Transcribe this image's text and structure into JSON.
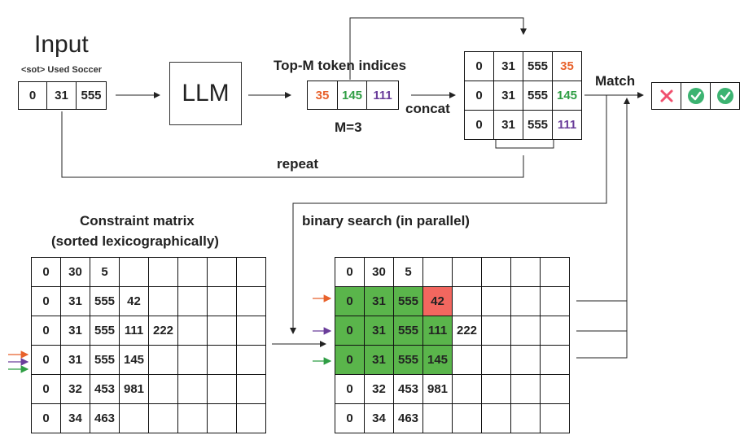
{
  "input": {
    "title": "Input",
    "tokens_caption": "<sot> Used Soccer",
    "tokens": [
      "0",
      "31",
      "555"
    ]
  },
  "llm": {
    "label": "LLM"
  },
  "topm": {
    "title": "Top-M token indices",
    "indices": [
      "35",
      "145",
      "111"
    ],
    "m_label": "M=3"
  },
  "concat": {
    "label": "concat",
    "rows": [
      [
        "0",
        "31",
        "555",
        "35"
      ],
      [
        "0",
        "31",
        "555",
        "145"
      ],
      [
        "0",
        "31",
        "555",
        "111"
      ]
    ]
  },
  "repeat": {
    "label": "repeat"
  },
  "match": {
    "label": "Match",
    "results": [
      "cross-icon",
      "check-icon",
      "check-icon"
    ]
  },
  "constraint": {
    "title_line1": "Constraint matrix",
    "title_line2": "(sorted lexicographically)",
    "rows": [
      [
        "0",
        "30",
        "5",
        "",
        "",
        "",
        "",
        ""
      ],
      [
        "0",
        "31",
        "555",
        "42",
        "",
        "",
        "",
        ""
      ],
      [
        "0",
        "31",
        "555",
        "111",
        "222",
        "",
        "",
        ""
      ],
      [
        "0",
        "31",
        "555",
        "145",
        "",
        "",
        "",
        ""
      ],
      [
        "0",
        "32",
        "453",
        "981",
        "",
        "",
        "",
        ""
      ],
      [
        "0",
        "34",
        "463",
        "",
        "",
        "",
        "",
        ""
      ]
    ]
  },
  "binary": {
    "label": "binary search (in parallel)"
  },
  "colors": {
    "orange": "#e8622c",
    "purple": "#6a3d9a",
    "green": "#2f9e44",
    "cell_green": "#5ab54b",
    "cell_red": "#f2675f"
  }
}
